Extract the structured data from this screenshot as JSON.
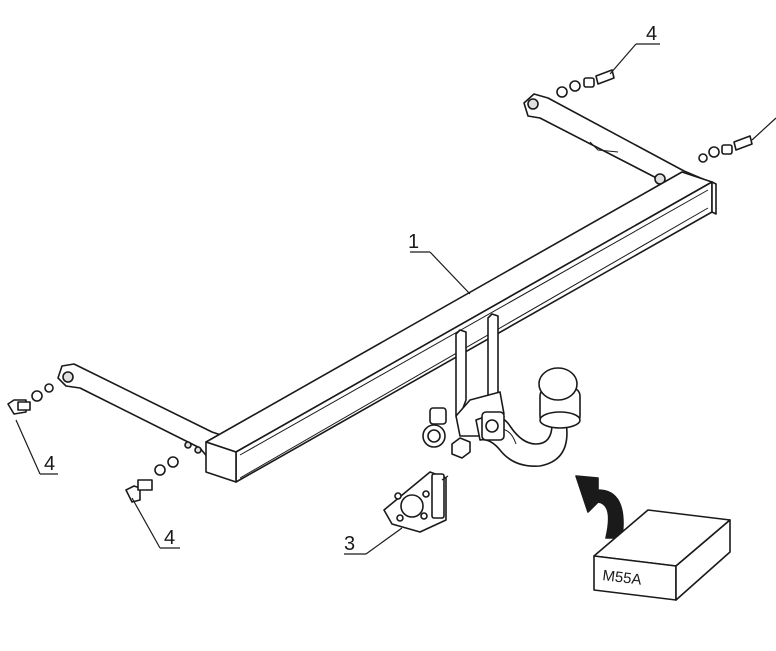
{
  "diagram": {
    "callouts": {
      "main_beam": "1",
      "socket_plate": "3",
      "bolt_top": "4",
      "bolt_left_upper": "4",
      "bolt_left_lower": "4"
    },
    "kit_box_label": "M55A"
  }
}
